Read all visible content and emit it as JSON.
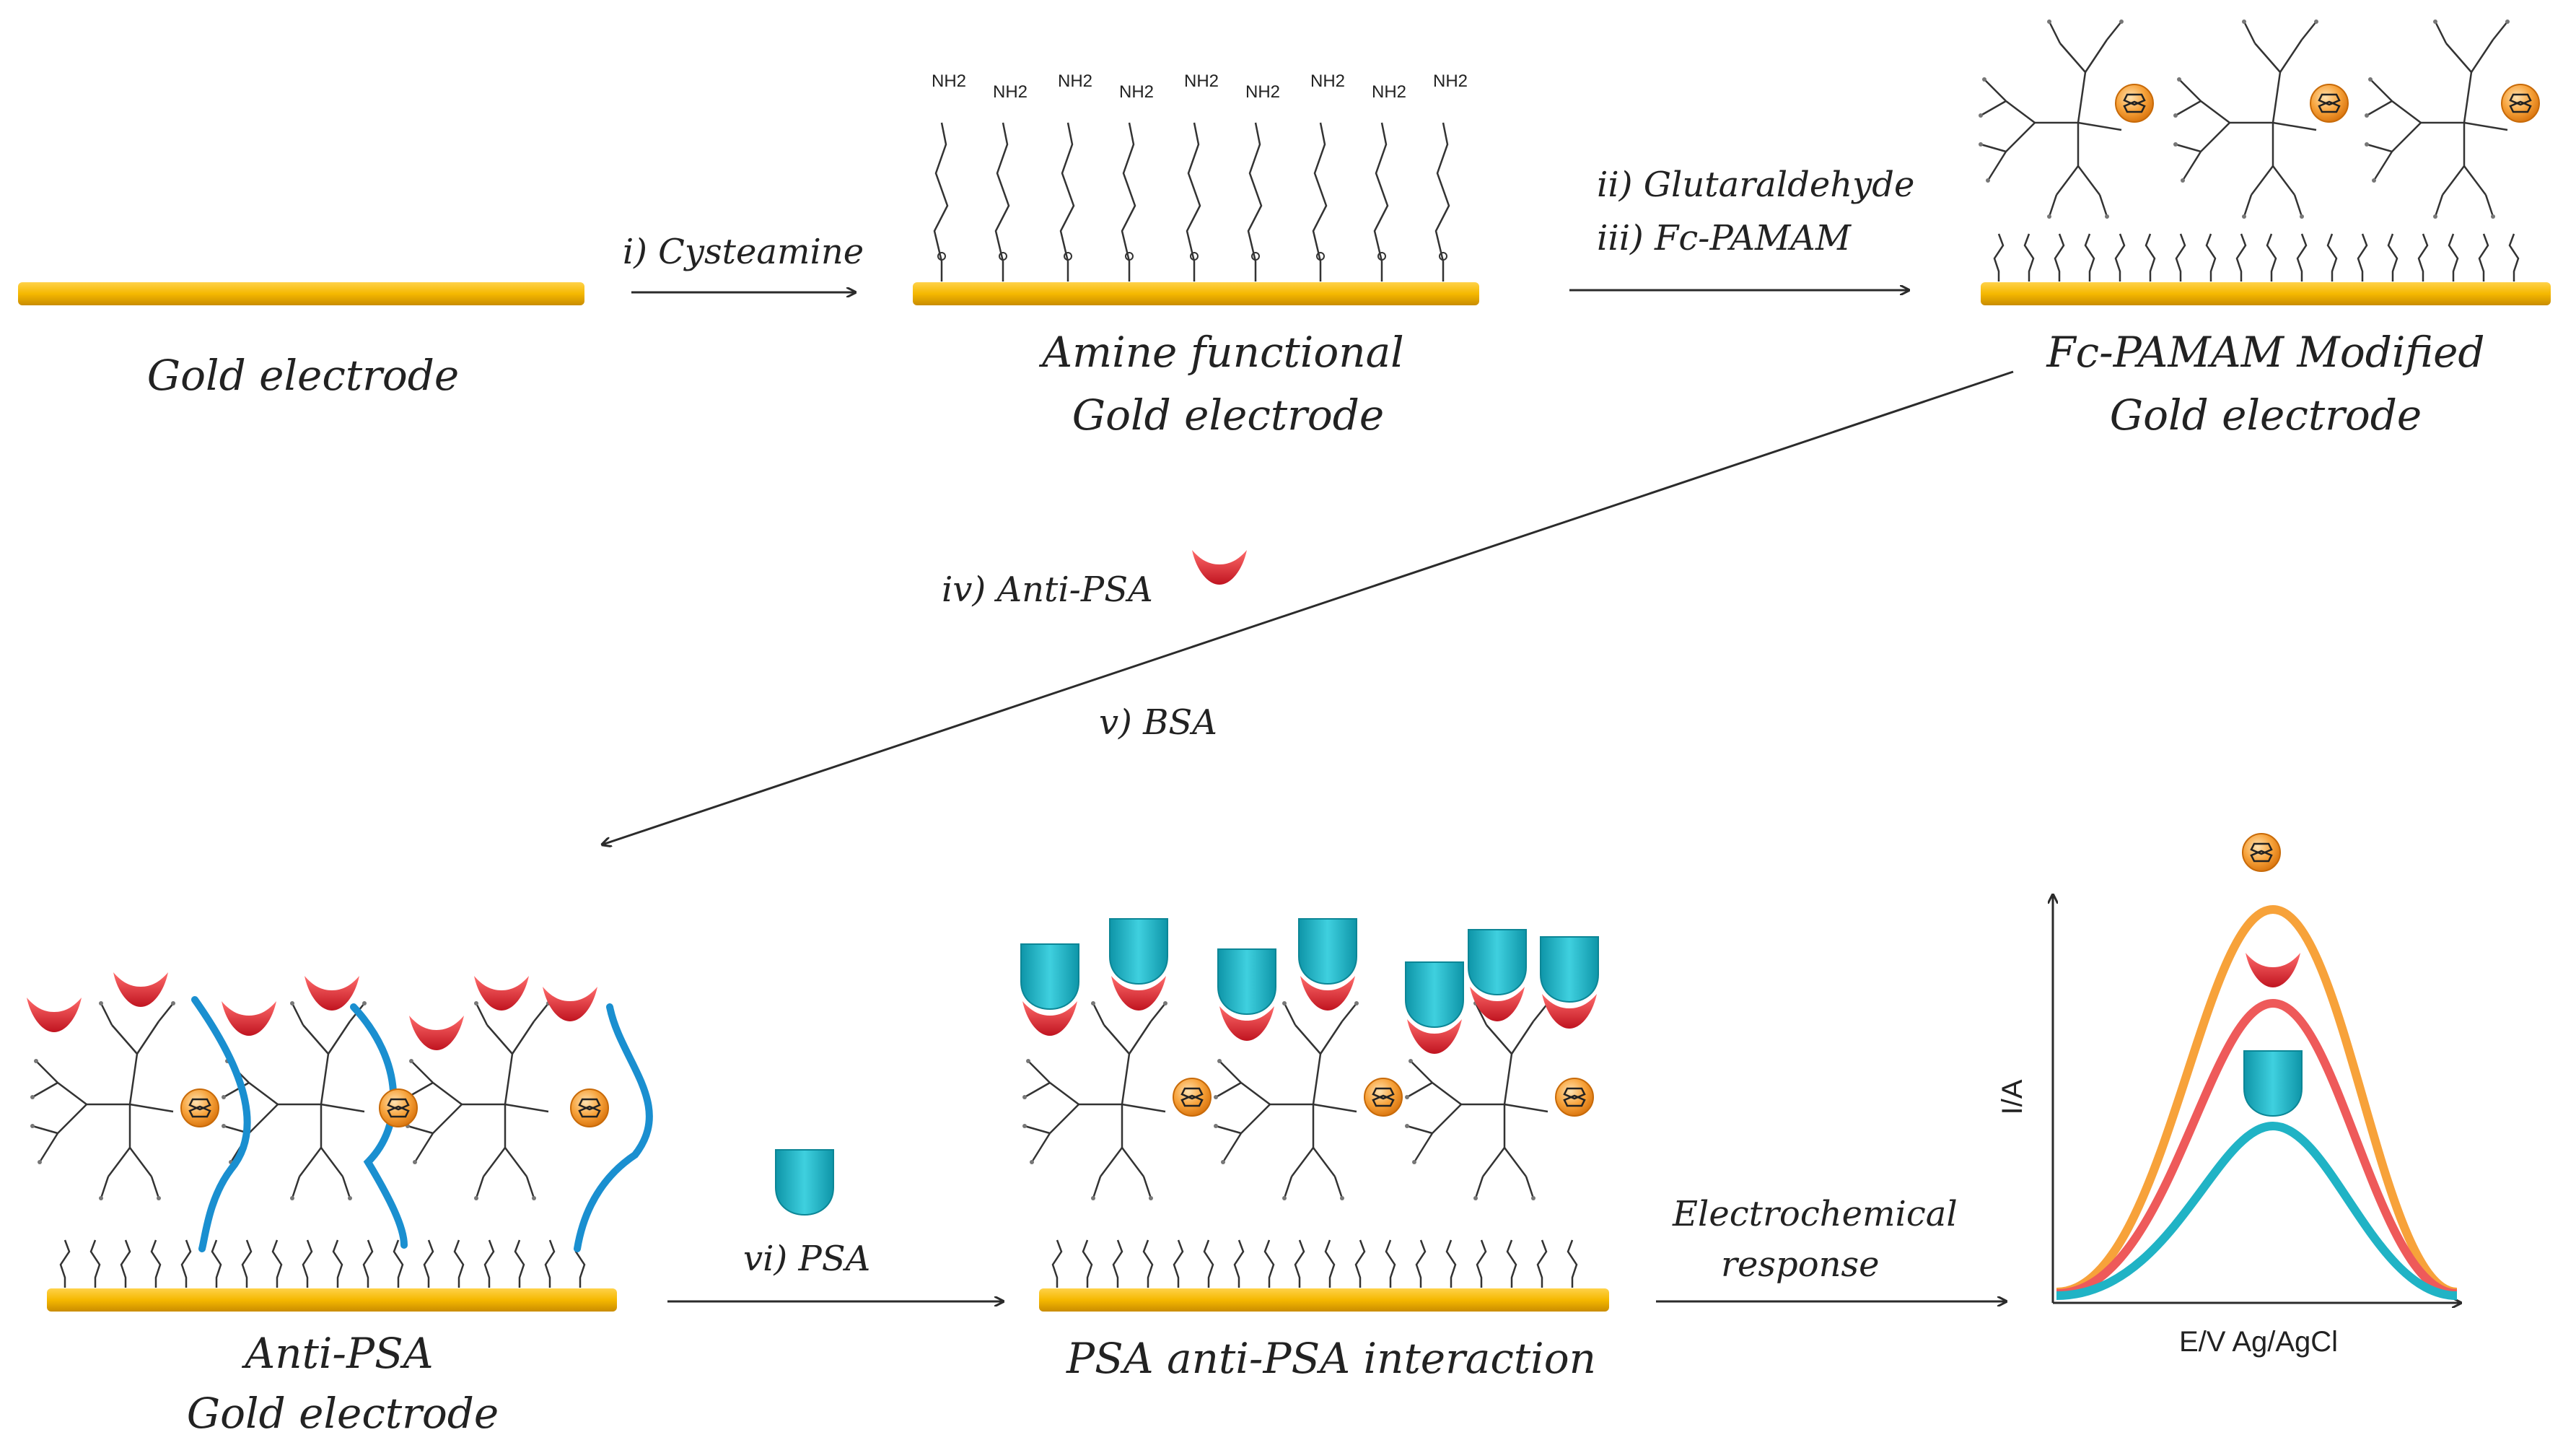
{
  "labels": {
    "gold_electrode": "Gold electrode",
    "amine_line1": "Amine functional",
    "amine_line2": "Gold electrode",
    "fcpamam_line1": "Fc-PAMAM Modified",
    "fcpamam_line2": "Gold electrode",
    "antipsa_line1": "Anti-PSA",
    "antipsa_line2": "Gold electrode",
    "interaction": "PSA anti-PSA interaction",
    "nh2": "NH2"
  },
  "steps": {
    "i": "i) Cysteamine",
    "ii": "ii) Glutaraldehyde",
    "iii": "iii) Fc-PAMAM",
    "iv": "iv) Anti-PSA",
    "v": "v) BSA",
    "vi": "vi) PSA",
    "electro_line1": "Electrochemical",
    "electro_line2": "response"
  },
  "axes": {
    "ylabel": "I/A",
    "xlabel": "E/V  Ag/AgCl"
  },
  "colors": {
    "gold": "#f5b800",
    "gold_edge": "#c98c00",
    "ferrocene": "#f59a1e",
    "antibody": "#e0303a",
    "psa": "#1fb5c8",
    "bsa": "#1a8fd0",
    "curve_orange": "#f7a23a",
    "curve_red": "#ee5a5a",
    "curve_cyan": "#20b3c5"
  }
}
